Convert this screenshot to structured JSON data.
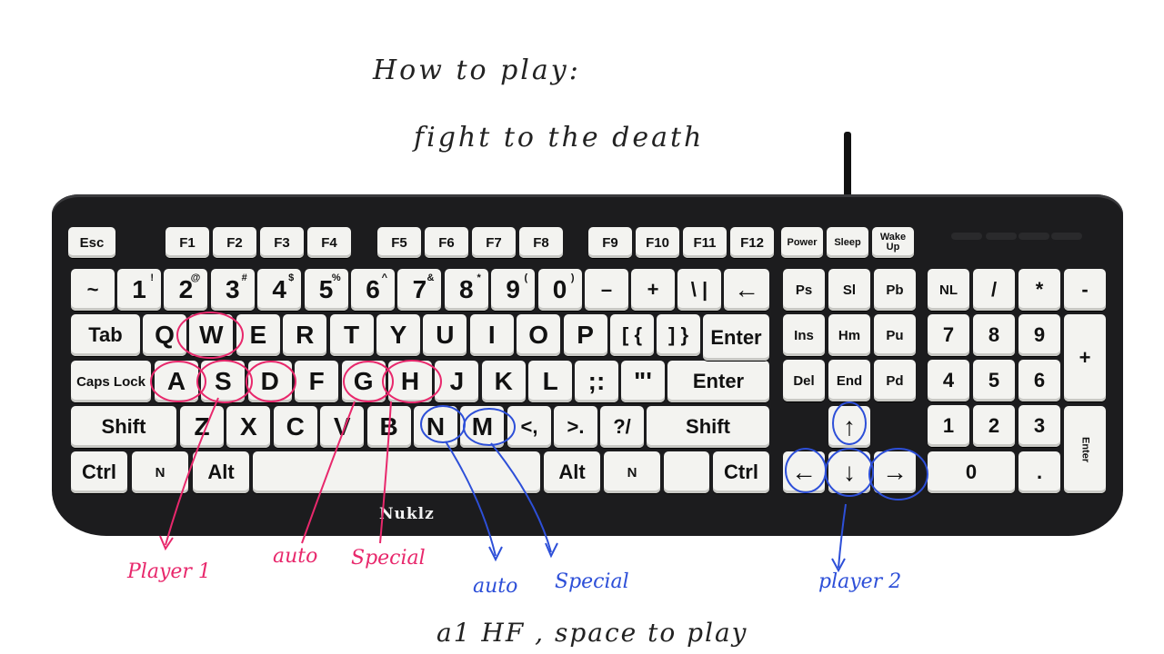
{
  "instructions": {
    "heading": "How to play:",
    "objective": "fight to the death",
    "footer": "a1 HF , space to play"
  },
  "brand": "Nuklz",
  "notes": {
    "player1": "Player 1",
    "p1_auto": "auto",
    "p1_special": "Special",
    "player2": "player 2",
    "p2_auto": "auto",
    "p2_special": "Special"
  },
  "colors": {
    "player1": "#e8286c",
    "player2": "#2d4fd8",
    "keyboard_body": "#1c1c1e",
    "key_cap": "#f3f3f0"
  },
  "controls": {
    "player1": {
      "movement": [
        "W",
        "A",
        "S",
        "D"
      ],
      "auto": "G",
      "special": "H"
    },
    "player2": {
      "movement": [
        "↑",
        "←",
        "↓",
        "→"
      ],
      "auto": "N",
      "special": "M"
    }
  },
  "keys": {
    "esc": "Esc",
    "f": [
      "F1",
      "F2",
      "F3",
      "F4",
      "F5",
      "F6",
      "F7",
      "F8",
      "F9",
      "F10",
      "F11",
      "F12"
    ],
    "power": "Power",
    "sleep": "Sleep",
    "wake": "Wake Up",
    "num_row": [
      "1",
      "2",
      "3",
      "4",
      "5",
      "6",
      "7",
      "8",
      "9",
      "0"
    ],
    "num_sup": [
      "!",
      "@",
      "#",
      "$",
      "%",
      "^",
      "&",
      "*",
      "(",
      ")"
    ],
    "tilde": "~",
    "minus": "–",
    "plus": "+",
    "pipe": "\\ |",
    "backspace": "←",
    "tab": "Tab",
    "row_q": [
      "Q",
      "W",
      "E",
      "R",
      "T",
      "Y",
      "U",
      "I",
      "O",
      "P"
    ],
    "bracket_l": "[ {",
    "bracket_r": "] }",
    "caps": "Caps Lock",
    "row_a": [
      "A",
      "S",
      "D",
      "F",
      "G",
      "H",
      "J",
      "K",
      "L"
    ],
    "semicolon": ";:",
    "quote": "\"'",
    "enter": "Enter",
    "shift": "Shift",
    "row_z": [
      "Z",
      "X",
      "C",
      "V",
      "B",
      "N",
      "M"
    ],
    "comma": "<,",
    "period": ">.",
    "slash": "?/",
    "ctrl": "Ctrl",
    "alt": "Alt",
    "logo": "N",
    "nav": [
      "Ps",
      "Sl",
      "Pb",
      "Ins",
      "Hm",
      "Pu",
      "Del",
      "End",
      "Pd"
    ],
    "arrow_up": "↑",
    "arrow_left": "←",
    "arrow_down": "↓",
    "arrow_right": "→",
    "numpad": [
      "NL",
      "/",
      "*",
      "-",
      "7",
      "8",
      "9",
      "4",
      "5",
      "6",
      "1",
      "2",
      "3",
      "0",
      "."
    ],
    "numpad_plus": "+",
    "numpad_enter": "Enter"
  }
}
